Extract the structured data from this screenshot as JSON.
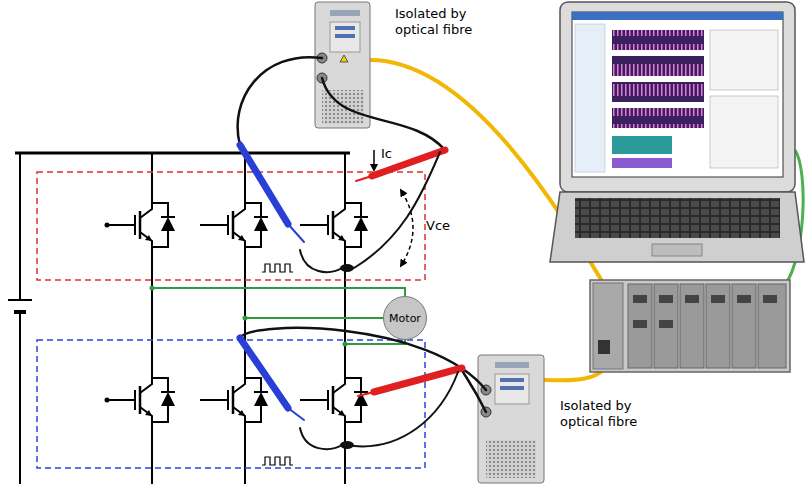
{
  "diagram": {
    "nodes": [
      {
        "text": [
          "Motor"
        ]
      }
    ],
    "labels": [
      "Isolated by optical fibre",
      "Ic",
      "Vce",
      "Isolated by optical fibre"
    ]
  }
}
